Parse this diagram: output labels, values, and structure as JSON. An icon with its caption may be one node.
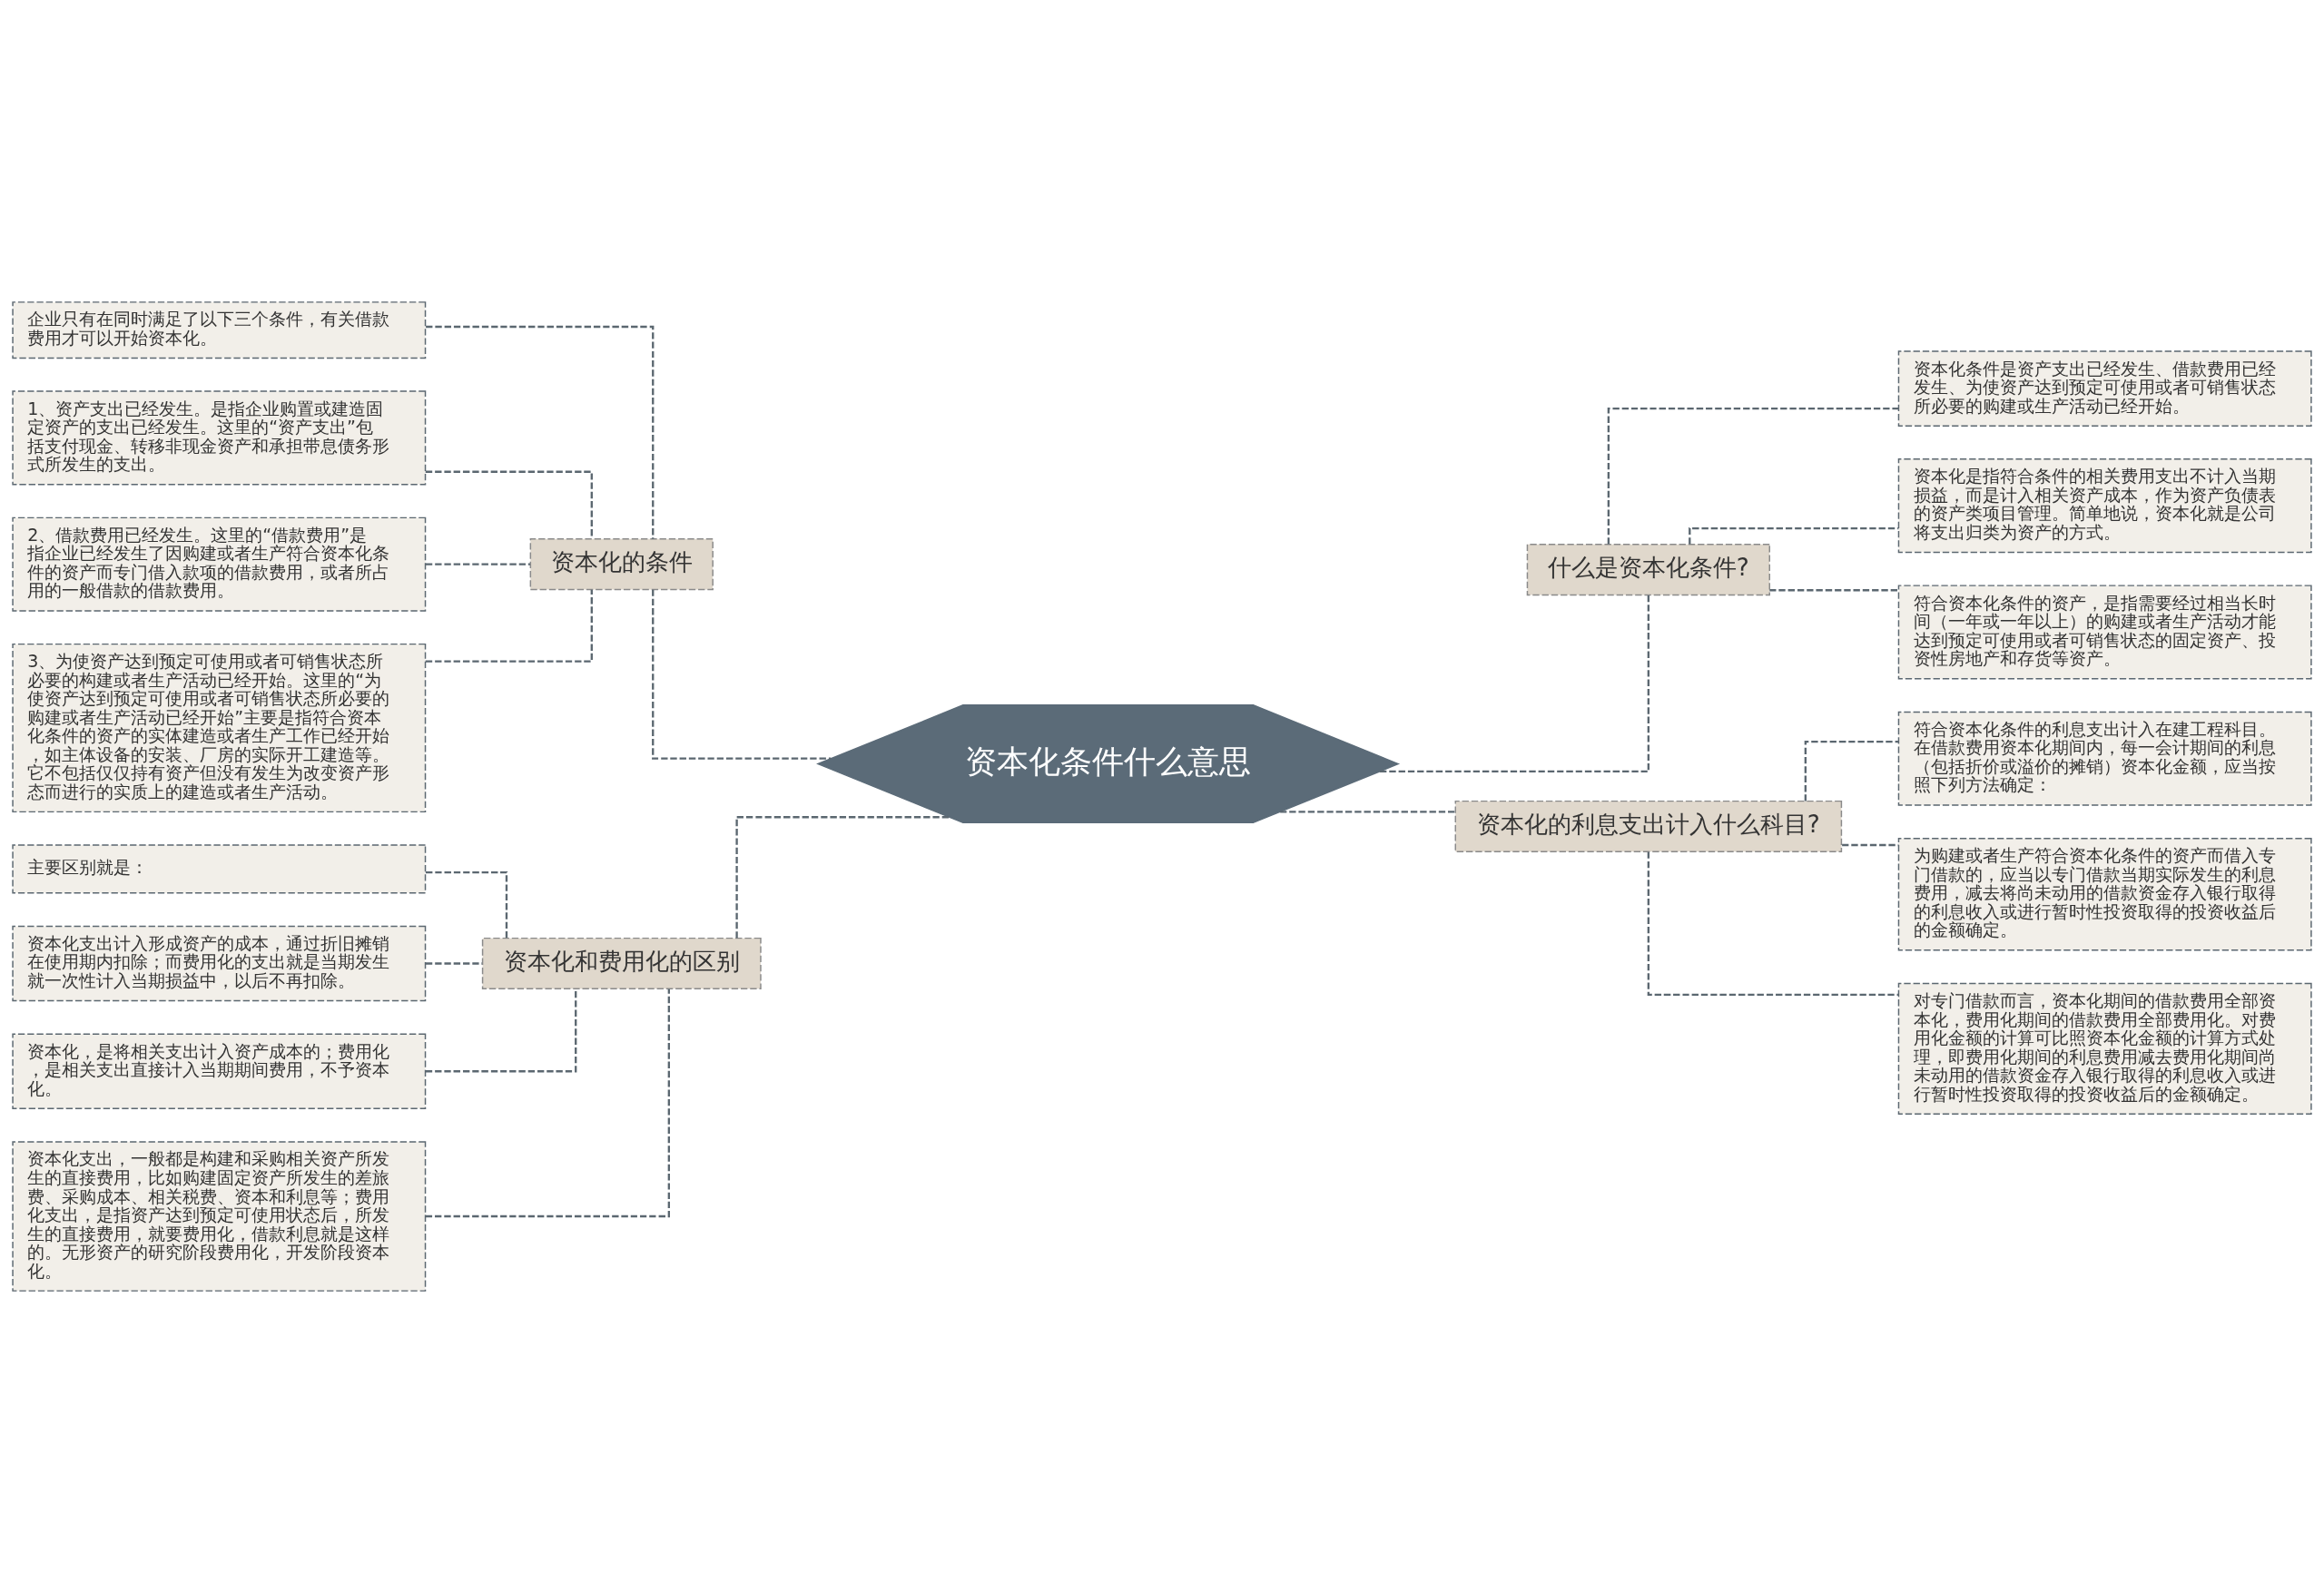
{
  "diagram": {
    "nodes": [
      {
        "text": [
          "资本化条件什么意思"
        ]
      },
      {
        "text": [
          "资本化的条件"
        ]
      },
      {
        "text": [
          "企业只有在同时满足了以下三个条件，有关借款费用才可以开始资本化。"
        ]
      },
      {
        "text": [
          "1、资产支出已经发生。是指企业购置或建造固定资产的支出已经发生。这里的“资产支出”包括支付现金、转移非现金资产和承担带息债务形式所发生的支出。"
        ]
      },
      {
        "text": [
          "2、借款费用已经发生。这里的“借款费用”是指企业已经发生了因购建或者生产符合资本化条件的资产而专门借入款项的借款费用，或者所占用的一般借款的借款费用。"
        ]
      },
      {
        "text": [
          "3、为使资产达到预定可使用或者可销售状态所必要的构建或者生产活动已经开始。这里的“为使资产达到预定可使用或者可销售状态所必要的购建或者生产活动已经开始”主要是指符合资本化条件的资产的实体建造或者生产工作已经开始，如主体设备的安装、厂房的实际开工建造等。它不包括仅仅持有资产但没有发生为改变资产形态而进行的实质上的建造或者生产活动。"
        ]
      },
      {
        "text": [
          "资本化和费用化的区别"
        ]
      },
      {
        "text": [
          "主要区别就是："
        ]
      },
      {
        "text": [
          "资本化支出计入形成资产的成本，通过折旧摊销在使用期内扣除；而费用化的支出就是当期发生就一次性计入当期损益中，以后不再扣除。"
        ]
      },
      {
        "text": [
          "资本化，是将相关支出计入资产成本的；费用化，是相关支出直接计入当期期间费用，不予资本化。"
        ]
      },
      {
        "text": [
          "资本化支出，一般都是构建和采购相关资产所发生的直接费用，比如购建固定资产所发生的差旅费、采购成本、相关税费、资本和利息等；费用化支出，是指资产达到预定可使用状态后，所发生的直接费用，就要费用化，借款利息就是这样的。无形资产的研究阶段费用化，开发阶段资本化。"
        ]
      },
      {
        "text": [
          "什么是资本化条件?"
        ]
      },
      {
        "text": [
          "资本化条件是资产支出已经发生、借款费用已经发生、为使资产达到预定可使用或者可销售状态所必要的购建或生产活动已经开始。"
        ]
      },
      {
        "text": [
          "资本化是指符合条件的相关费用支出不计入当期损益，而是计入相关资产成本，作为资产负债表的资产类项目管理。简单地说，资本化就是公司将支出归类为资产的方式。"
        ]
      },
      {
        "text": [
          "符合资本化条件的资产，是指需要经过相当长时间（一年或一年以上）的购建或者生产活动才能达到预定可使用或者可销售状态的固定资产、投资性房地产和存货等资产。"
        ]
      },
      {
        "text": [
          "资本化的利息支出计入什么科目?"
        ]
      },
      {
        "text": [
          "符合资本化条件的利息支出计入在建工程科目。在借款费用资本化期间内，每一会计期间的利息（包括折价或溢价的摊销）资本化金额，应当按照下列方法确定："
        ]
      },
      {
        "text": [
          "为购建或者生产符合资本化条件的资产而借入专门借款的，应当以专门借款当期实际发生的利息费用，减去将尚未动用的借款资金存入银行取得的利息收入或进行暂时性投资取得的投资收益后的金额确定。"
        ]
      },
      {
        "text": [
          "对专门借款而言，资本化期间的借款费用全部资本化，费用化期间的借款费用全部费用化。对费用化金额的计算可比照资本化金额的计算方式处理，即费用化期间的利息费用减去费用化期间尚未动用的借款资金存入银行取得的利息收入或进行暂时性投资取得的投资收益后的金额确定。"
        ]
      }
    ],
    "edges": [
      {
        "from": 0,
        "to": 1,
        "arrow": "none",
        "style": "dashed"
      },
      {
        "from": 1,
        "to": 2,
        "arrow": "none",
        "style": "dashed"
      },
      {
        "from": 1,
        "to": 3,
        "arrow": "none",
        "style": "dashed"
      },
      {
        "from": 1,
        "to": 4,
        "arrow": "none",
        "style": "dashed"
      },
      {
        "from": 1,
        "to": 5,
        "arrow": "none",
        "style": "dashed"
      },
      {
        "from": 0,
        "to": 6,
        "arrow": "none",
        "style": "dashed"
      },
      {
        "from": 6,
        "to": 7,
        "arrow": "none",
        "style": "dashed"
      },
      {
        "from": 6,
        "to": 8,
        "arrow": "none",
        "style": "dashed"
      },
      {
        "from": 6,
        "to": 9,
        "arrow": "none",
        "style": "dashed"
      },
      {
        "from": 6,
        "to": 10,
        "arrow": "none",
        "style": "dashed"
      },
      {
        "from": 0,
        "to": 11,
        "arrow": "none",
        "style": "dashed"
      },
      {
        "from": 11,
        "to": 12,
        "arrow": "none",
        "style": "dashed"
      },
      {
        "from": 11,
        "to": 13,
        "arrow": "none",
        "style": "dashed"
      },
      {
        "from": 11,
        "to": 14,
        "arrow": "none",
        "style": "dashed"
      },
      {
        "from": 0,
        "to": 15,
        "arrow": "none",
        "style": "dashed"
      },
      {
        "from": 15,
        "to": 16,
        "arrow": "none",
        "style": "dashed"
      },
      {
        "from": 15,
        "to": 17,
        "arrow": "none",
        "style": "dashed"
      },
      {
        "from": 15,
        "to": 18,
        "arrow": "none",
        "style": "dashed"
      }
    ]
  }
}
